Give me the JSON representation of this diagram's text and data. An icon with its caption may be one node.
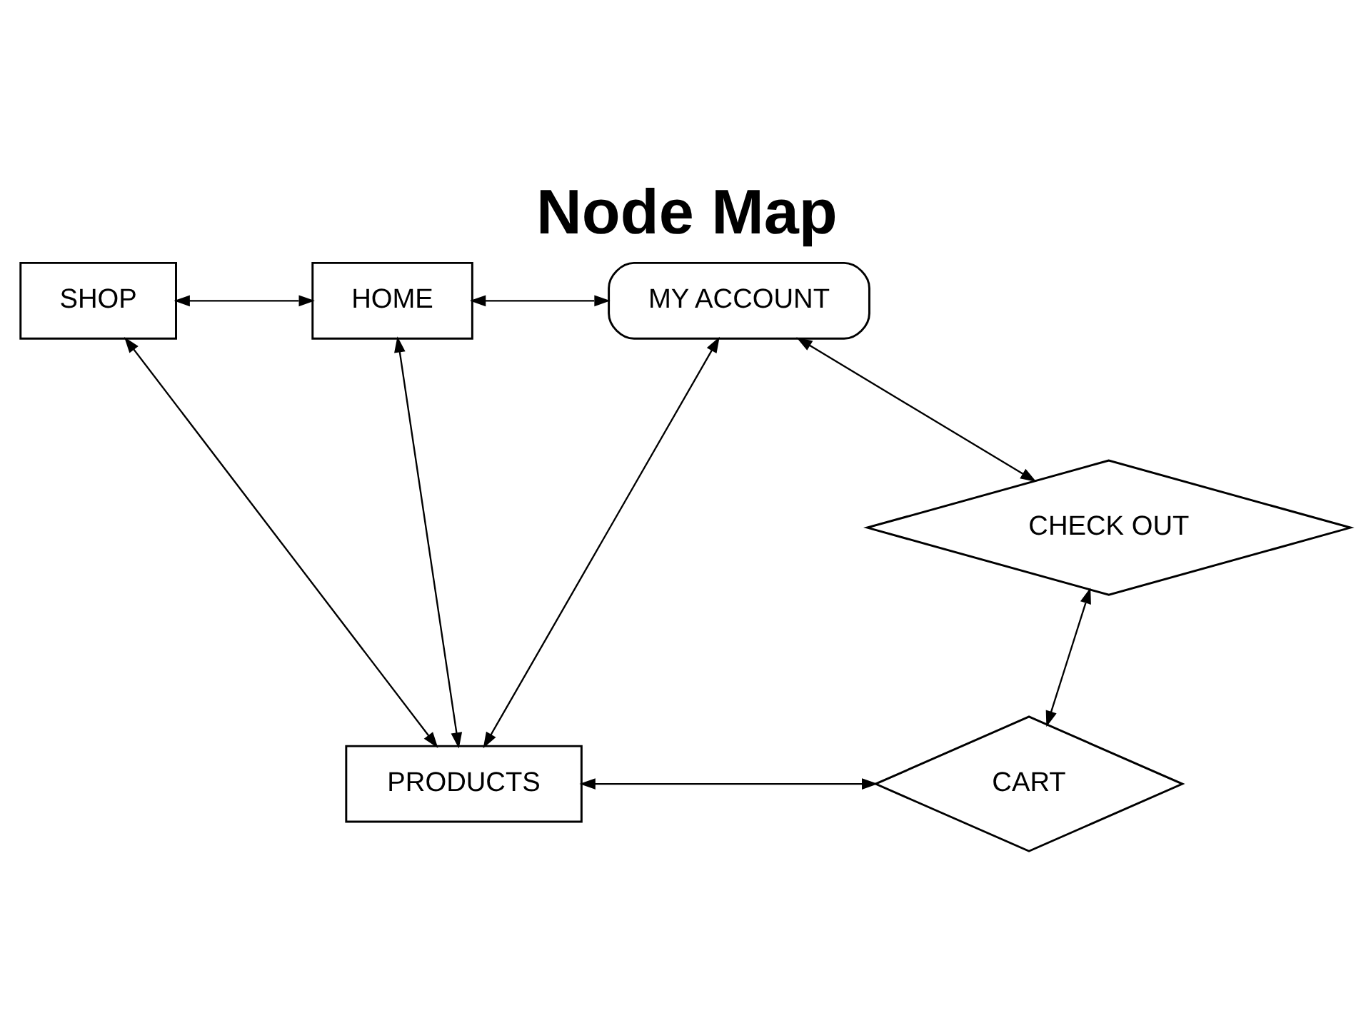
{
  "diagram": {
    "title": "Node Map",
    "nodes": [
      {
        "text": [
          "HOME"
        ]
      },
      {
        "text": [
          "SHOP"
        ]
      },
      {
        "text": [
          "MY ACCOUNT"
        ]
      },
      {
        "text": [
          "CHECK OUT"
        ]
      },
      {
        "text": [
          "PRODUCTS"
        ]
      },
      {
        "text": [
          "CART"
        ]
      }
    ],
    "edges": [
      {
        "from": 1,
        "to": 0,
        "arrow": "both"
      },
      {
        "from": 0,
        "to": 2,
        "arrow": "both"
      },
      {
        "from": 0,
        "to": 4,
        "arrow": "both"
      },
      {
        "from": 2,
        "to": 4,
        "arrow": "both"
      },
      {
        "from": 1,
        "to": 4,
        "arrow": "both"
      },
      {
        "from": 2,
        "to": 3,
        "arrow": "both"
      },
      {
        "from": 3,
        "to": 5,
        "arrow": "both"
      },
      {
        "from": 4,
        "to": 5,
        "arrow": "both"
      }
    ]
  }
}
